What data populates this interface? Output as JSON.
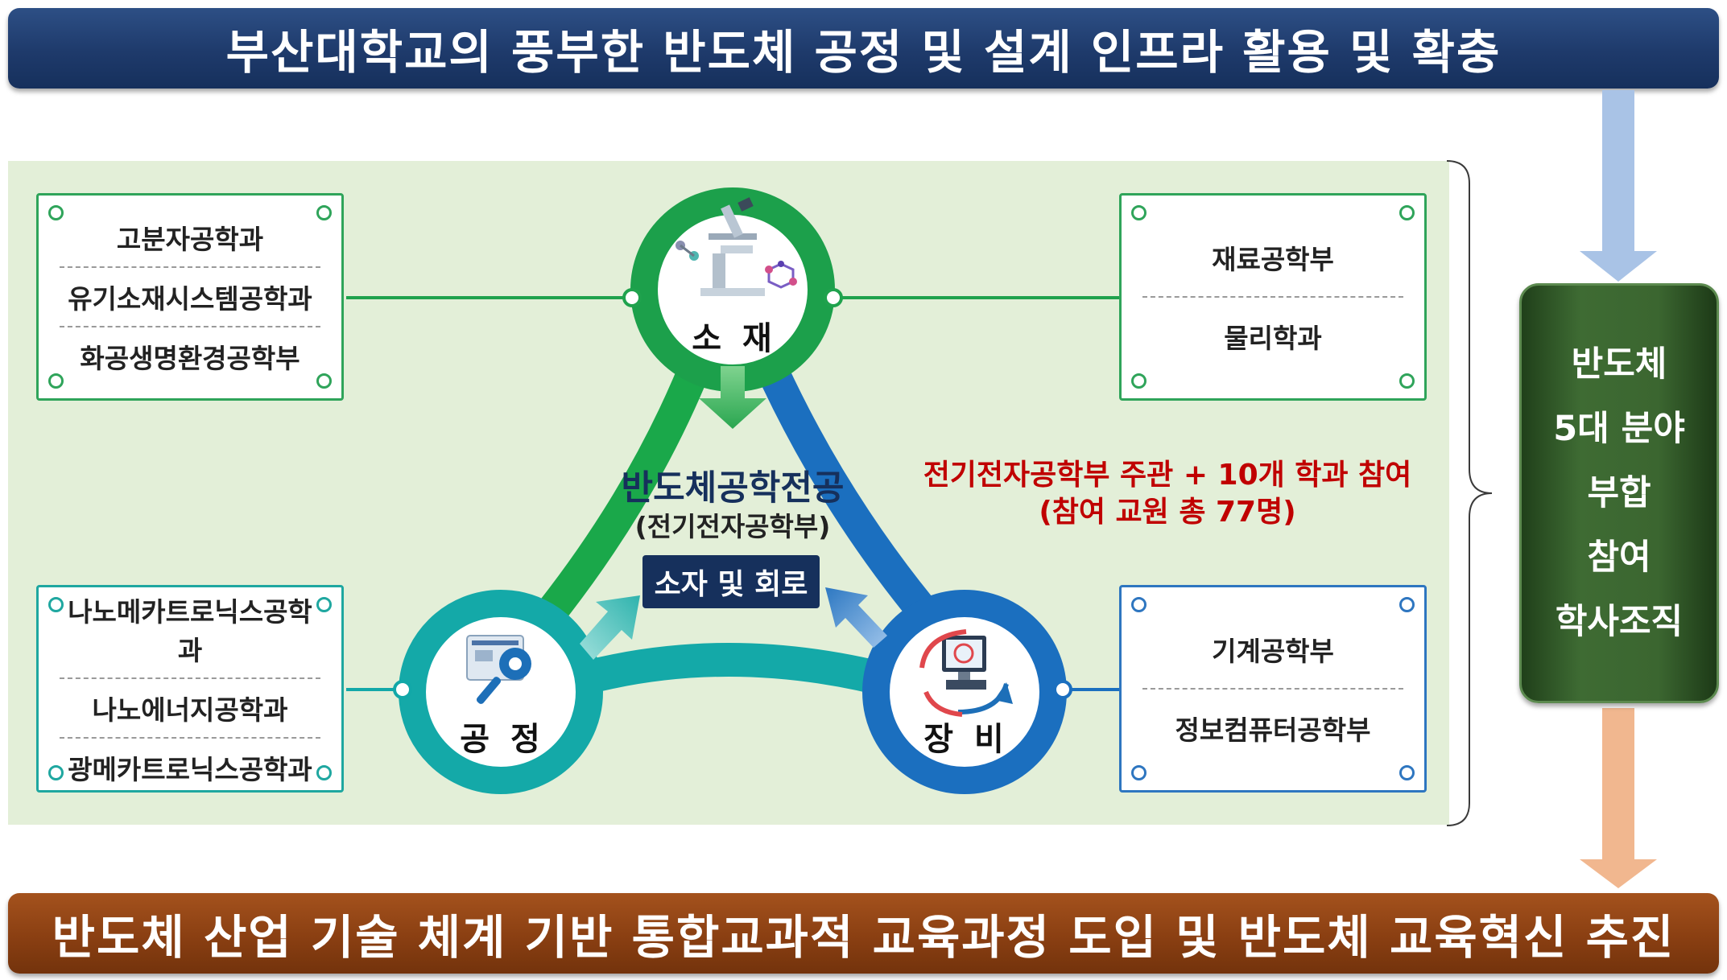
{
  "top_banner": "부산대학교의 풍부한 반도체 공정 및 설계 인프라 활용 및 확충",
  "bottom_banner": "반도체 산업 기술 체계 기반 통합교과적 교육과정 도입 및 반도체 교육혁신 추진",
  "nodes": {
    "materials": "소 재",
    "process": "공 정",
    "equipment": "장 비"
  },
  "center": {
    "title": "반도체공학전공",
    "subtitle": "(전기전자공학부)",
    "chip": "소자 및 회로"
  },
  "departments": {
    "top_left": [
      "고분자공학과",
      "유기소재시스템공학과",
      "화공생명환경공학부"
    ],
    "top_right": [
      "재료공학부",
      "물리학과"
    ],
    "bottom_left": [
      "나노메카트로닉스공학과",
      "나노에너지공학과",
      "광메카트로닉스공학과"
    ],
    "bottom_right": [
      "기계공학부",
      "정보컴퓨터공학부"
    ]
  },
  "participation": {
    "line1": "전기전자공학부 주관 + 10개 학과 참여",
    "line2": "(참여 교원 총 77명)"
  },
  "side_box": [
    "반도체",
    "5대 분야",
    "부합",
    "참여",
    "학사조직"
  ],
  "colors": {
    "navy": "#1e3a6b",
    "brown": "#8a3f12",
    "green": "#1fa24d",
    "teal": "#12a8a8",
    "blue": "#1b6fbf",
    "red_text": "#c00000",
    "side_box": "#3b6630",
    "panel": "#e3efd8"
  }
}
